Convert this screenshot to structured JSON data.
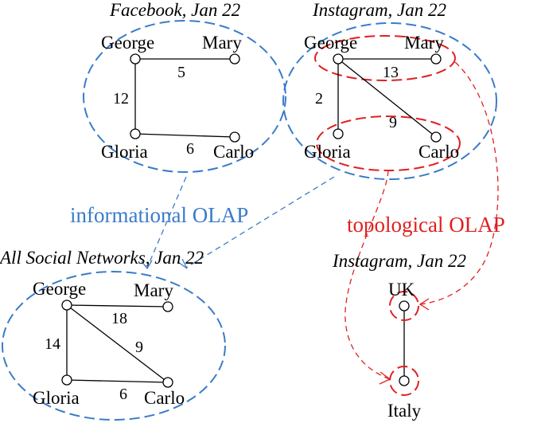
{
  "colors": {
    "informational": "#3a7cc9",
    "topological": "#e02020",
    "graph": "#000000"
  },
  "panels": {
    "facebook": {
      "title": "Facebook, Jan 22",
      "nodes": {
        "george": "George",
        "mary": "Mary",
        "gloria": "Gloria",
        "carlo": "Carlo"
      },
      "weights": {
        "george_mary": "5",
        "george_gloria": "12",
        "gloria_carlo": "6"
      }
    },
    "instagram": {
      "title": "Instagram, Jan 22",
      "nodes": {
        "george": "George",
        "mary": "Mary",
        "gloria": "Gloria",
        "carlo": "Carlo"
      },
      "weights": {
        "george_mary": "13",
        "george_gloria": "2",
        "george_carlo": "9"
      }
    },
    "all_networks": {
      "title": "All Social Networks, Jan 22",
      "nodes": {
        "george": "George",
        "mary": "Mary",
        "gloria": "Gloria",
        "carlo": "Carlo"
      },
      "weights": {
        "george_mary": "18",
        "george_gloria": "14",
        "george_carlo": "9",
        "gloria_carlo": "6"
      }
    },
    "instagram_country": {
      "title": "Instagram, Jan 22",
      "nodes": {
        "uk": "UK",
        "italy": "Italy"
      }
    }
  },
  "operations": {
    "informational": "informational OLAP",
    "topological": "topological OLAP"
  }
}
